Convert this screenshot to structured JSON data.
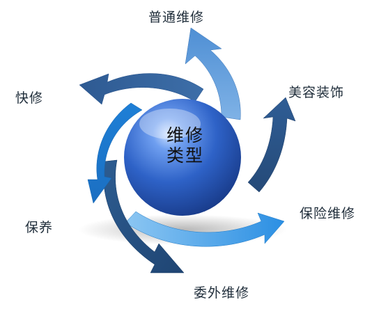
{
  "diagram": {
    "center": {
      "line1": "维修",
      "line2": "类型"
    },
    "labels": {
      "top": "普通维修",
      "upper_right": "美容装饰",
      "lower_right": "保险维修",
      "bottom": "委外维修",
      "lower_left": "保养",
      "upper_left": "快修"
    },
    "colors": {
      "arrow_light": "#5b9ad6",
      "arrow_medium": "#3d78bd",
      "arrow_dark": "#2a4f80",
      "arrow_bright": "#1f8fe0",
      "sphere_core": "#2e62c7",
      "sphere_highlight": "#d8e8ff"
    }
  }
}
